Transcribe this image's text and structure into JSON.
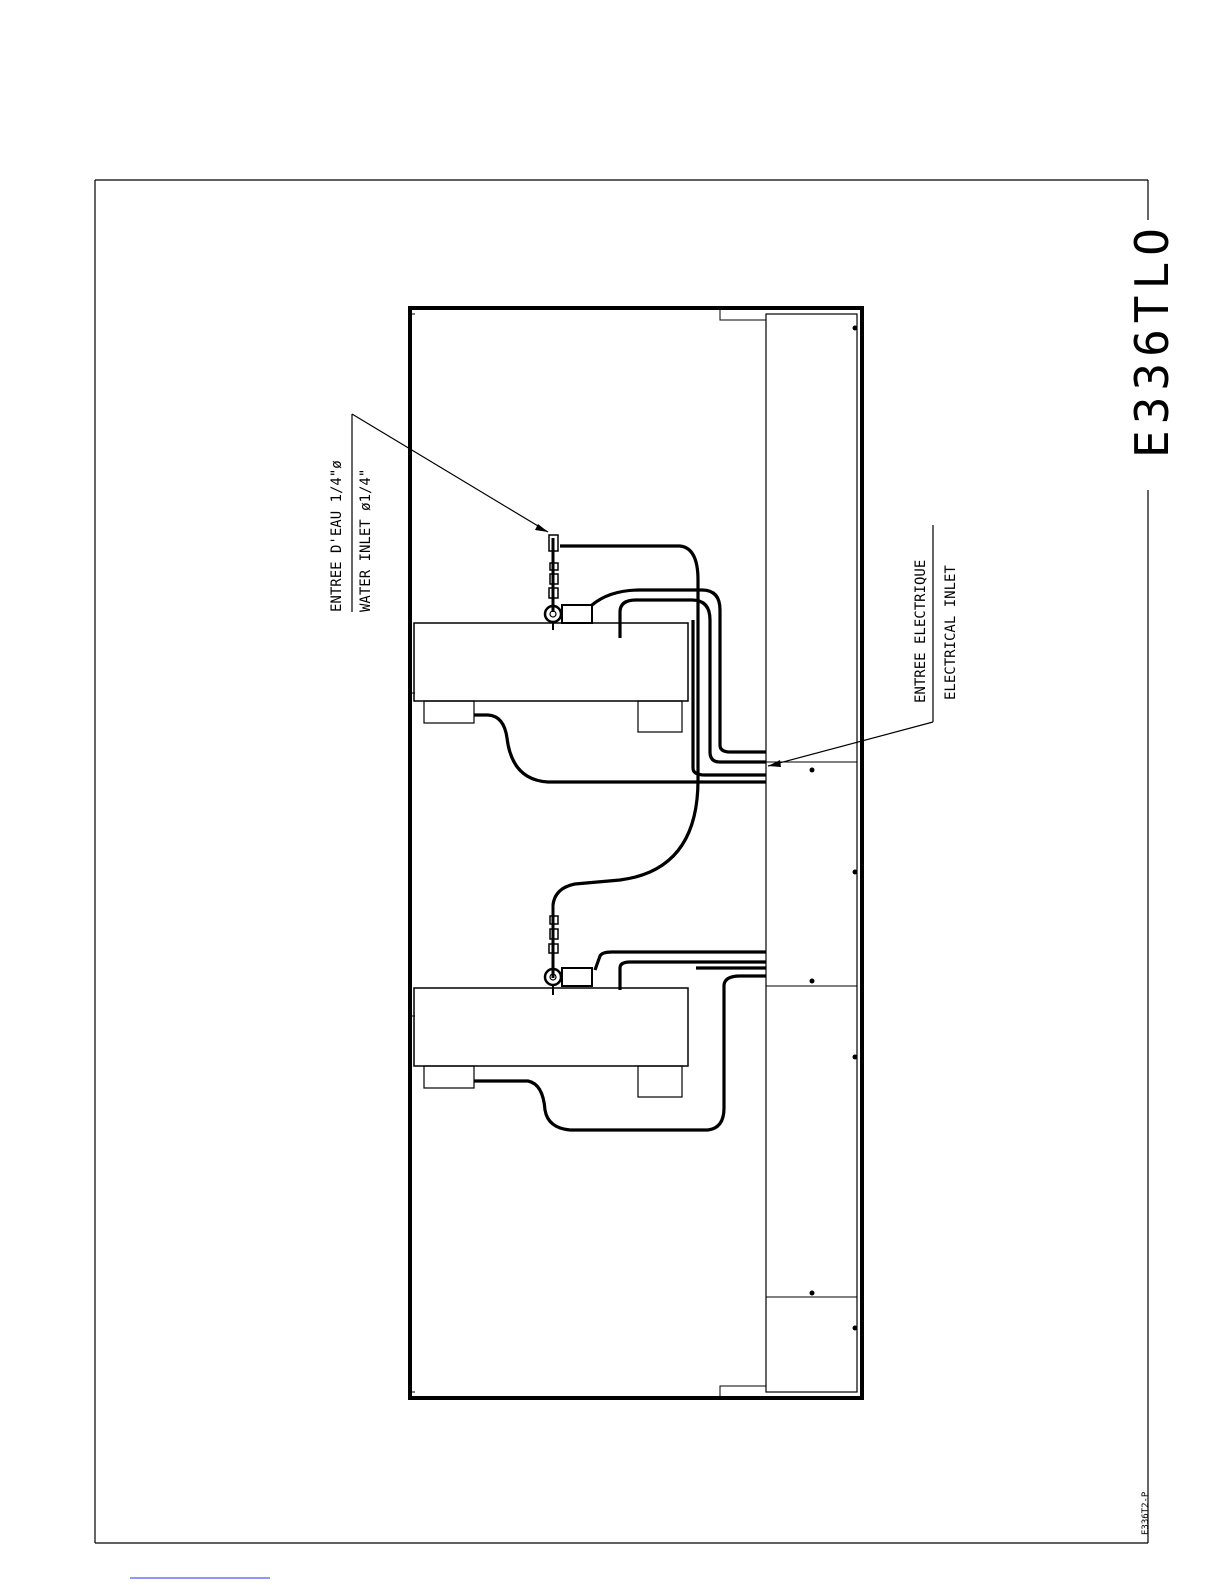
{
  "model_code": "E336TLO",
  "drawing_ref": "E336T2-P",
  "callouts": {
    "water_inlet_fr": "ENTREE D'EAU 1/4\"ø",
    "water_inlet_en": "WATER INLET ø1/4\"",
    "electrical_inlet_fr": "ENTREE ELECTRIQUE",
    "electrical_inlet_en": "ELECTRICAL INLET"
  }
}
